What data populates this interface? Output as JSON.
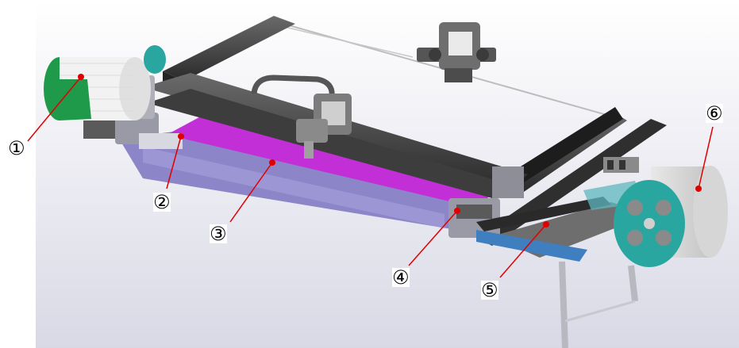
{
  "figure": {
    "callouts": [
      {
        "id": "1",
        "label": "①"
      },
      {
        "id": "2",
        "label": "②"
      },
      {
        "id": "3",
        "label": "③"
      },
      {
        "id": "4",
        "label": "④"
      },
      {
        "id": "5",
        "label": "⑤"
      },
      {
        "id": "6",
        "label": "⑥"
      }
    ],
    "colors": {
      "background_top": "#ffffff",
      "background_bottom": "#d9d9e6",
      "work_table": "#c22fd6",
      "frame_steel": "#3a3a3a",
      "frame_grey": "#9a9aa6",
      "table_edge": "#8c86c9",
      "unwind_roll_green": "#1f9a4a",
      "rewind_roll_teal": "#2aa6a0",
      "output_belt_blue": "#3f7fc0",
      "pointer_dot": "#e00000"
    }
  }
}
